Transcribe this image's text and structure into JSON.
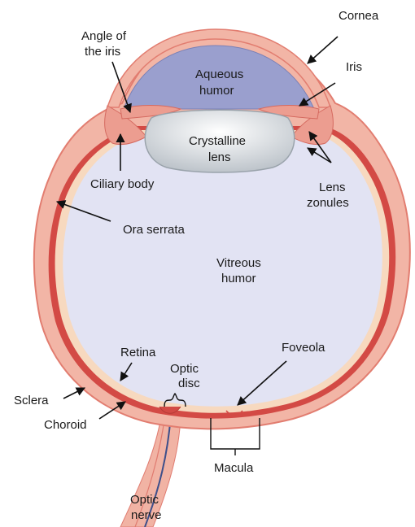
{
  "labels": {
    "cornea": "Cornea",
    "angle_of_iris_1": "Angle of",
    "angle_of_iris_2": "the iris",
    "aqueous_1": "Aqueous",
    "aqueous_2": "humor",
    "iris": "Iris",
    "crystalline_1": "Crystalline",
    "crystalline_2": "lens",
    "ciliary_body": "Ciliary body",
    "lens_zonules_1": "Lens",
    "lens_zonules_2": "zonules",
    "ora_serrata": "Ora serrata",
    "vitreous_1": "Vitreous",
    "vitreous_2": "humor",
    "retina": "Retina",
    "foveola": "Foveola",
    "optic_disc_1": "Optic",
    "optic_disc_2": "disc",
    "sclera": "Sclera",
    "choroid": "Choroid",
    "macula": "Macula",
    "optic_nerve_1": "Optic",
    "optic_nerve_2": "nerve"
  },
  "colors": {
    "sclera": "#f2b5a6",
    "choroid": "#d34a45",
    "retina": "#f7d9bf",
    "vitreous": "#e2e3f3",
    "aqueous": "#9a9fce",
    "lens": "#dfe3e8",
    "iris": "#ec9d90",
    "nerve": "#f1b3a4"
  }
}
